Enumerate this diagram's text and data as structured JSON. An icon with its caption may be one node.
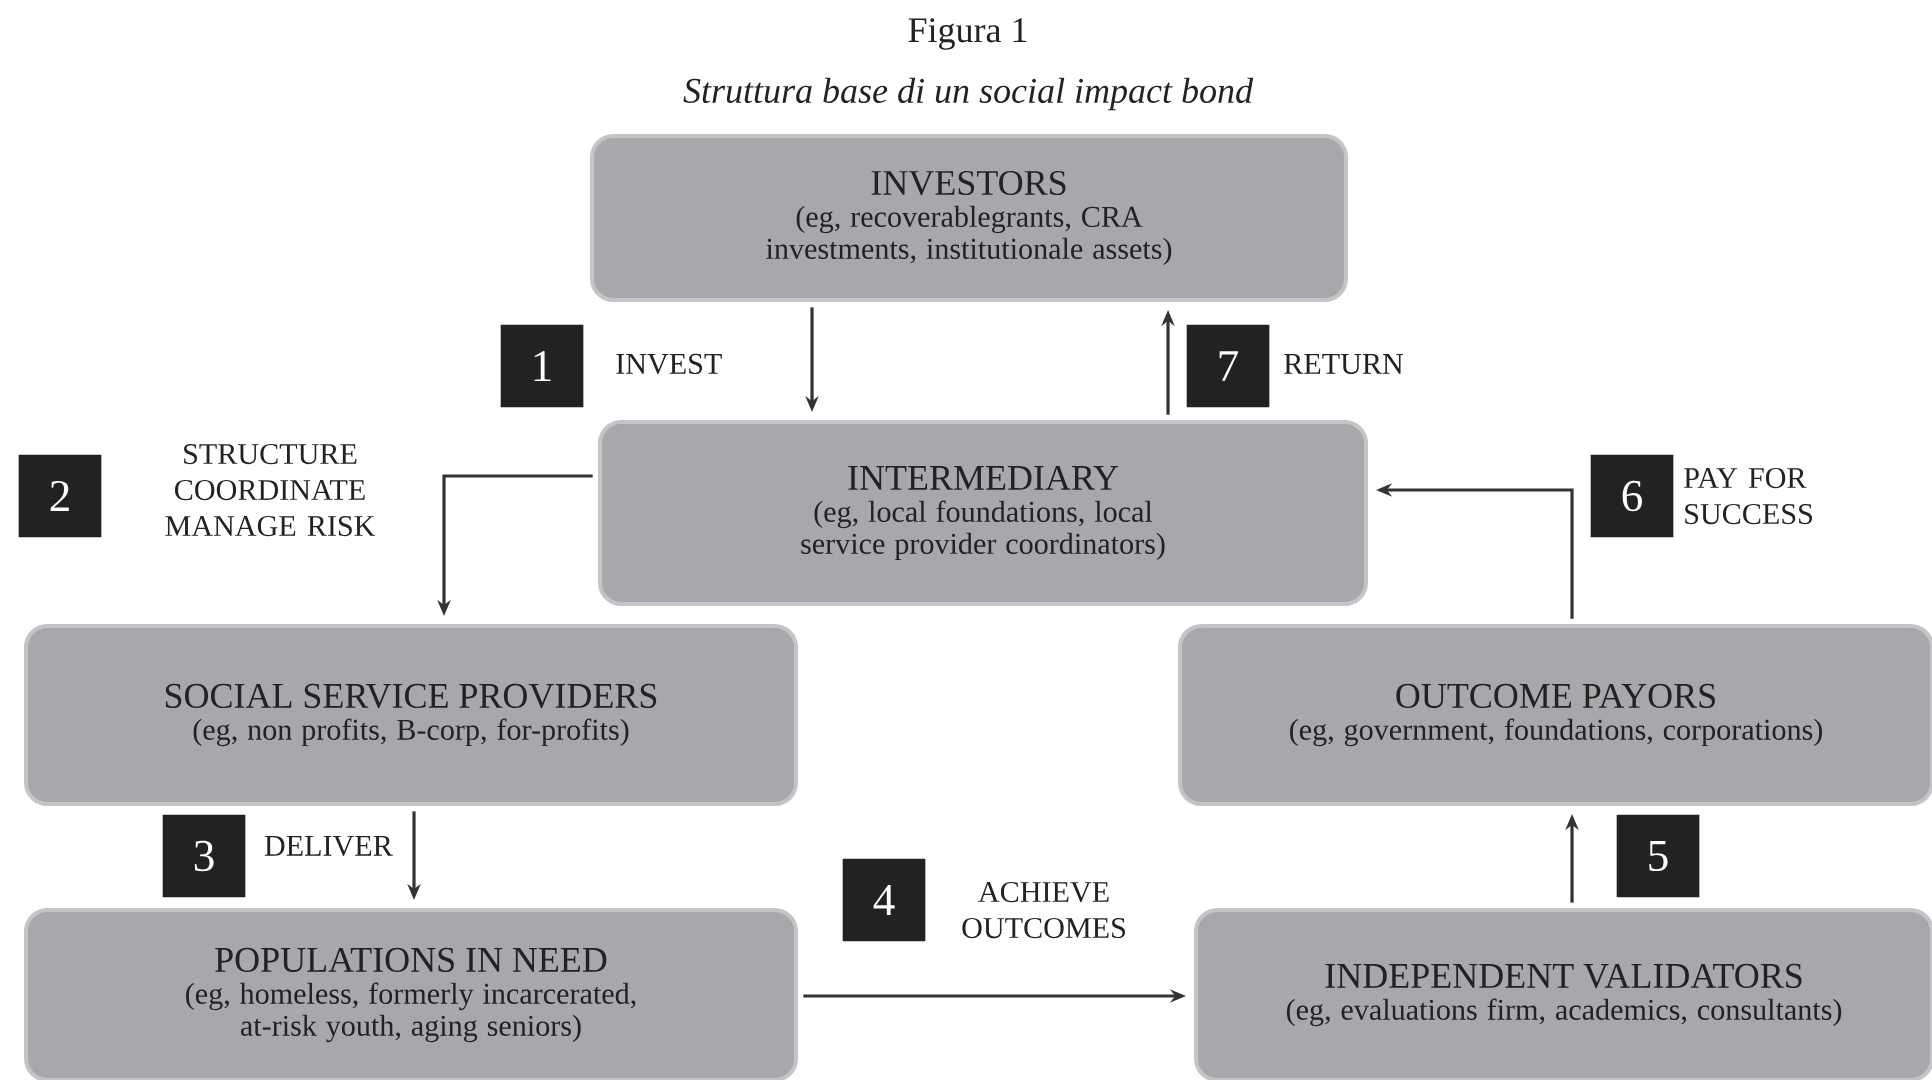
{
  "diagram": {
    "title": "Figura 1",
    "caption": "Struttura base di un social impact bond",
    "nodes": [
      {
        "text": [
          "INVESTORS",
          "(eg, recoverablegrants, CRA investments, institutionale assets)"
        ]
      },
      {
        "text": [
          "INTERMEDIARY",
          "(eg, local foundations, local service provider coordinators)"
        ]
      },
      {
        "text": [
          "SOCIAL SERVICE PROVIDERS",
          "(eg, non profits, B-corp, for-profits)"
        ]
      },
      {
        "text": [
          "POPULATIONS IN NEED",
          "(eg, homeless, formerly incarcerated, at-risk youth, aging seniors)"
        ]
      },
      {
        "text": [
          "OUTCOME PAYORS",
          "(eg, government, foundations, corporations)"
        ]
      },
      {
        "text": [
          "INDEPENDENT VALIDATORS",
          "(eg, evaluations firm, academics, consultants)"
        ]
      }
    ],
    "edges": [
      {
        "from": 0,
        "to": 1,
        "arrow": "to",
        "label": "INVEST"
      },
      {
        "from": 1,
        "to": 0,
        "arrow": "to",
        "label": "RETURN"
      },
      {
        "from": 1,
        "to": 2,
        "arrow": "to",
        "label": "STRUCTURE COORDINATE MANAGE RISK"
      },
      {
        "from": 2,
        "to": 3,
        "arrow": "to",
        "label": "DELIVER"
      },
      {
        "from": 3,
        "to": 5,
        "arrow": "to",
        "label": "ACHIEVE OUTCOMES"
      },
      {
        "from": 5,
        "to": 4,
        "arrow": "to"
      },
      {
        "from": 4,
        "to": 1,
        "arrow": "to",
        "label": "PAY FOR SUCCESS"
      }
    ],
    "labels": [
      "1",
      "7",
      "2",
      "6",
      "3",
      "5",
      "4"
    ]
  }
}
